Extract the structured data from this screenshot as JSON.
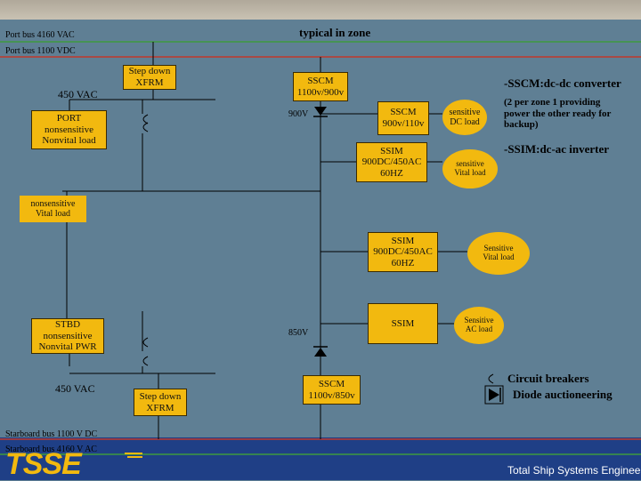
{
  "title": "typical in zone",
  "buses": {
    "port_ac": "Port bus 4160 VAC",
    "port_dc": "Port bus 1100 VDC",
    "stbd_dc": "Starboard bus 1100 V DC",
    "stbd_ac": "Starboard bus 4160 V AC"
  },
  "top_left": {
    "voltage": "450 VAC",
    "xfrm": "Step down\nXFRM",
    "port_load": "PORT\nnonsensitive\nNonvital load"
  },
  "bottom_left": {
    "voltage": "450 VAC",
    "xfrm": "Step down\nXFRM",
    "stbd_load": "STBD\nnonsensitive\nNonvital PWR"
  },
  "center": {
    "sscm_top": "SSCM\n1100v/900v",
    "v900": "900V",
    "sscm_mid": "SSCM\n900v/110v",
    "ssim1": "SSIM\n900DC/450AC\n60HZ",
    "nonsensitive_vital": "nonsensitive\nVital load",
    "ssim2": "SSIM\n900DC/450AC\n60HZ",
    "v850": "850V",
    "ssim3": "SSIM",
    "sscm_bottom": "SSCM\n1100v/850v"
  },
  "loads": {
    "sensitive_dc": "sensitive\nDC load",
    "sensitive_vital1": "sensitive\nVital load",
    "sensitive_vital2": "Sensitive\nVital load",
    "sensitive_ac": "Sensitive\nAC load"
  },
  "notes": {
    "sscm": "-SSCM:dc-dc converter",
    "zone": "(2 per zone 1 providing\npower the other ready for\nbackup)",
    "ssim": "-SSIM:dc-ac inverter"
  },
  "legend": {
    "breakers": "Circuit breakers",
    "diode": "Diode auctioneering"
  },
  "footer": {
    "logo": "TSSE",
    "text": "Total Ship Systems Enginee"
  },
  "colors": {
    "background": "#5d7d92",
    "box": "#f2b90f",
    "line": "#000000",
    "bus_green": "#3f9a3f",
    "bus_red": "#c0392b",
    "logo": "#f2b90f"
  }
}
